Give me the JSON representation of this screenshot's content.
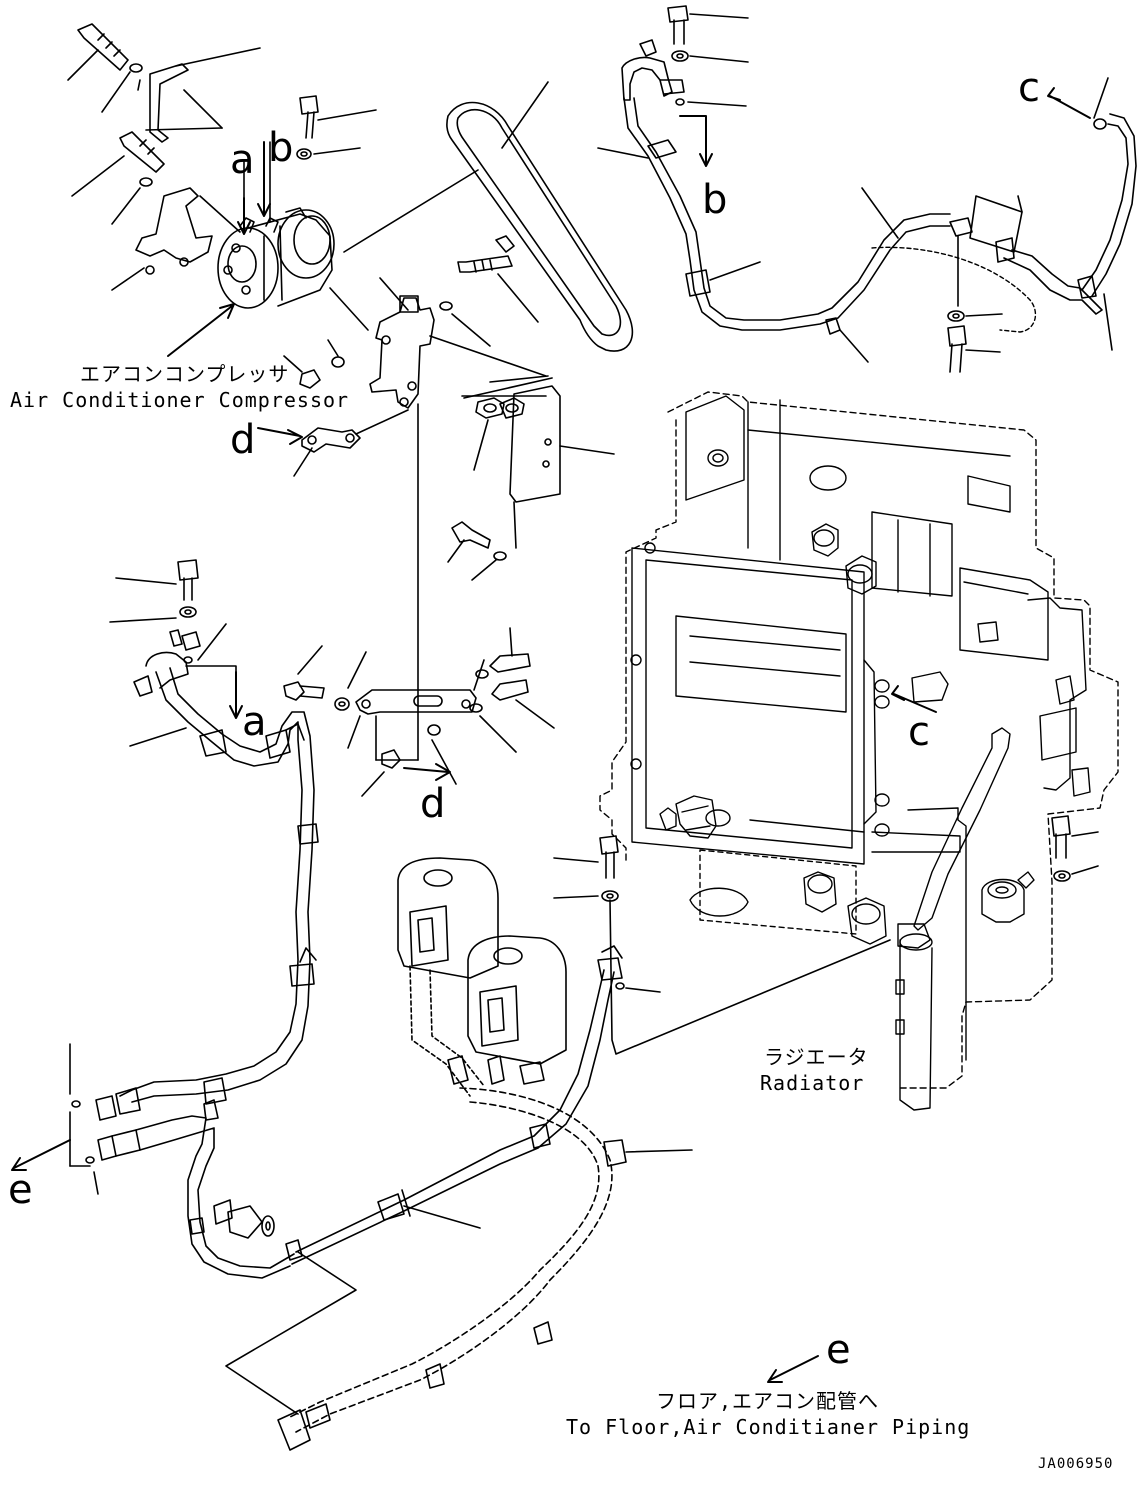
{
  "labels": {
    "compressor_jp": "エアコンコンプレッサ",
    "compressor_en": "Air Conditioner Compressor",
    "radiator_jp": "ラジエータ",
    "radiator_en": "Radiator",
    "floor_jp": "フロア,エアコン配管へ",
    "floor_en": "To Floor,Air Conditianer Piping",
    "drawing_code": "JA006950"
  },
  "view_letters": {
    "a_top": "a",
    "b_top": "b",
    "b_right": "b",
    "c_top": "c",
    "c_mid": "c",
    "d_left": "d",
    "d_mid": "d",
    "a_mid": "a",
    "e_left": "e",
    "e_bottom": "e"
  }
}
